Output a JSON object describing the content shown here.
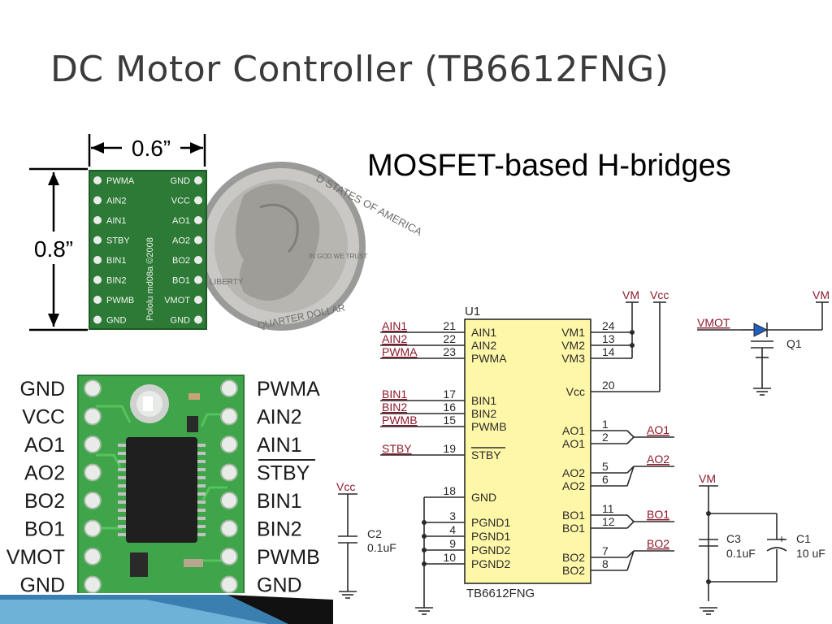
{
  "slide": {
    "title": "DC Motor Controller (TB6612FNG)",
    "subtitle": "MOSFET-based H-bridges"
  },
  "board_photo": {
    "width_label": "0.6”",
    "height_label": "0.8”",
    "left_pins": [
      "PWMA",
      "AIN2",
      "AIN1",
      "STBY",
      "BIN1",
      "BIN2",
      "PWMB",
      "GND"
    ],
    "right_pins": [
      "GND",
      "VCC",
      "AO1",
      "AO2",
      "BO2",
      "BO1",
      "VMOT",
      "GND"
    ],
    "silkscreen_vertical": "Pololu md08a ©2008",
    "coin_text": [
      "D STATES OF AMERICA",
      "QUARTER DOLLAR",
      "LIBERTY",
      "IN GOD WE TRUST"
    ]
  },
  "pcb_closeup": {
    "left_labels": [
      "GND",
      "VCC",
      "AO1",
      "AO2",
      "BO2",
      "BO1",
      "VMOT",
      "GND"
    ],
    "right_labels": [
      "PWMA",
      "AIN2",
      "AIN1",
      "STBY",
      "BIN1",
      "BIN2",
      "PWMB",
      "GND"
    ]
  },
  "schematic": {
    "ref": "U1",
    "part": "TB6612FNG",
    "left_pins": [
      {
        "net": "AIN1",
        "num": "21",
        "name": "AIN1"
      },
      {
        "net": "AIN2",
        "num": "22",
        "name": "AIN2"
      },
      {
        "net": "PWMA",
        "num": "23",
        "name": "PWMA"
      },
      {
        "net": "BIN1",
        "num": "17",
        "name": "BIN1"
      },
      {
        "net": "BIN2",
        "num": "16",
        "name": "BIN2"
      },
      {
        "net": "PWMB",
        "num": "15",
        "name": "PWMB"
      },
      {
        "net": "STBY",
        "num": "19",
        "name": "STBY"
      },
      {
        "net": "",
        "num": "18",
        "name": "GND"
      },
      {
        "net": "",
        "num": "3",
        "name": "PGND1"
      },
      {
        "net": "",
        "num": "4",
        "name": "PGND1"
      },
      {
        "net": "",
        "num": "9",
        "name": "PGND2"
      },
      {
        "net": "",
        "num": "10",
        "name": "PGND2"
      }
    ],
    "right_pins": [
      {
        "name": "VM1",
        "num": "24"
      },
      {
        "name": "VM2",
        "num": "13"
      },
      {
        "name": "VM3",
        "num": "14"
      },
      {
        "name": "Vcc",
        "num": "20"
      },
      {
        "name": "AO1",
        "num": "1"
      },
      {
        "name": "AO1",
        "num": "2"
      },
      {
        "name": "AO2",
        "num": "5"
      },
      {
        "name": "AO2",
        "num": "6"
      },
      {
        "name": "BO1",
        "num": "11"
      },
      {
        "name": "BO1",
        "num": "12"
      },
      {
        "name": "BO2",
        "num": "7"
      },
      {
        "name": "BO2",
        "num": "8"
      }
    ],
    "output_nets": [
      "AO1",
      "AO2",
      "BO1",
      "BO2"
    ],
    "power_labels": [
      "VM",
      "Vcc",
      "VM"
    ],
    "vmot": "VMOT",
    "q1": "Q1",
    "c2": {
      "ref": "C2",
      "value": "0.1uF",
      "rail": "Vcc"
    },
    "c3": {
      "ref": "C3",
      "value": "0.1uF"
    },
    "c1": {
      "ref": "C1",
      "value": "10 uF"
    },
    "vm_rail": "VM",
    "plus": "+"
  },
  "colors": {
    "net_label": "#8b1a2b",
    "chip_fill": "#fff7a8",
    "pcb_green": "#2f7d3a",
    "title": "#3b3b3b"
  }
}
